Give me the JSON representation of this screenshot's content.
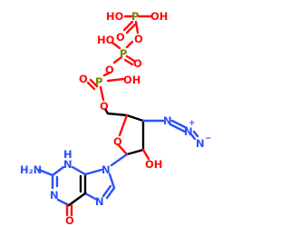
{
  "colors": {
    "oxygen": "#ff0d0d",
    "nitrogen": "#3050f8",
    "phosphorus": "#808000",
    "carbon": "#000000"
  },
  "labels": {
    "OH_top_left": "HO",
    "P_top": "P",
    "OH_top_right": "OH",
    "O_top_double": "O",
    "O_bridge_1": "O",
    "HO_mid": "HO",
    "P_mid": "P",
    "O_mid_double": "O",
    "O_bridge_2": "O",
    "P_low": "P",
    "OH_low": "OH",
    "O_low_double": "O",
    "O_ester": "O",
    "N_azide_1": "N",
    "plus": "+",
    "N_azide_2": "N",
    "N_azide_3": "N",
    "minus": "−",
    "O_ring": "O",
    "OH_sugar": "OH",
    "N9": "N",
    "N3": "N",
    "H_N3": "H",
    "H2N": "H₂N",
    "N1": "N",
    "N7": "N",
    "O_carbonyl": "O"
  }
}
